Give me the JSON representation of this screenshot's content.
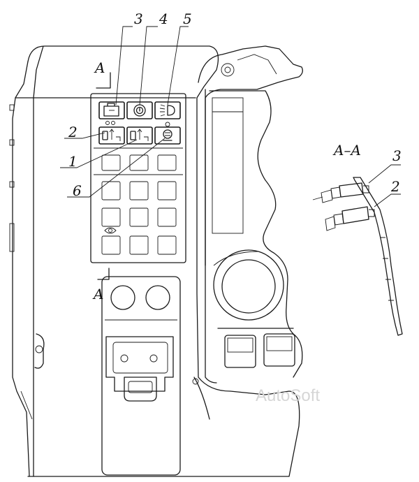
{
  "callouts": {
    "c1": "1",
    "c2": "2",
    "c3": "3",
    "c4": "4",
    "c5": "5",
    "c6": "6",
    "detail_2": "2",
    "detail_3": "3"
  },
  "section_marks": {
    "top": "A",
    "bottom": "A",
    "detail_title": "A–A"
  },
  "watermark": "AutoSoft",
  "icons": {
    "sw3": "engine-warning-icon",
    "sw4": "brake-warning-icon",
    "sw5": "headlight-icon",
    "sw2": "diff-lock-icon",
    "sw1": "axle-lock-icon",
    "sw6": "lamp-icon"
  }
}
